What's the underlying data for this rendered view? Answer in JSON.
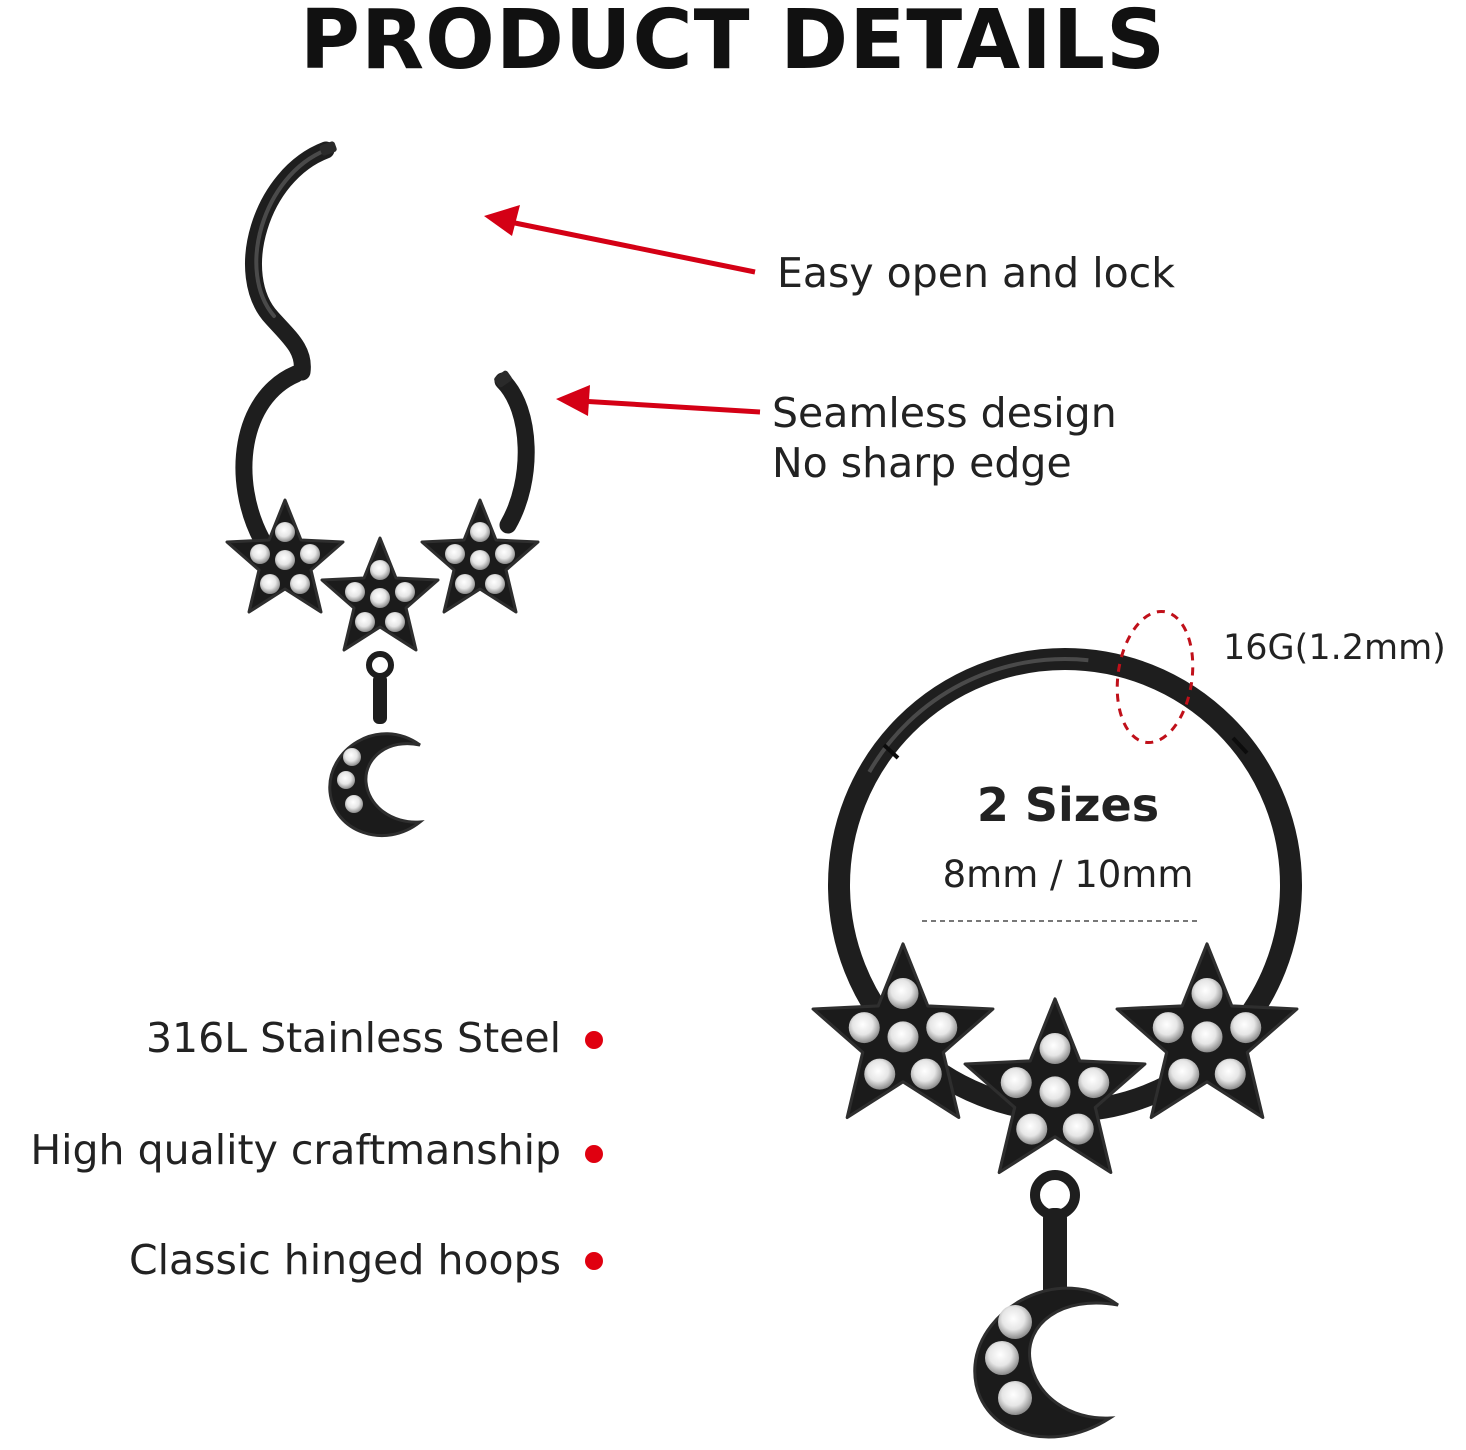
{
  "title": "PRODUCT DETAILS",
  "callouts": {
    "open_lock": "Easy open and lock",
    "seamless_line1": "Seamless design",
    "seamless_line2": "No sharp edge"
  },
  "features": [
    "316L Stainless Steel",
    "High quality craftmanship",
    "Classic hinged hoops"
  ],
  "sizes": {
    "title": "2 Sizes",
    "value": "8mm / 10mm"
  },
  "gauge": "16G(1.2mm)",
  "colors": {
    "accent": "#e00010",
    "metal": "#222222",
    "text": "#222222"
  },
  "icons": [
    "open-hoop-earring-illustration",
    "closed-hoop-earring-illustration",
    "star-icon",
    "crescent-moon-icon",
    "bullet-dot"
  ]
}
